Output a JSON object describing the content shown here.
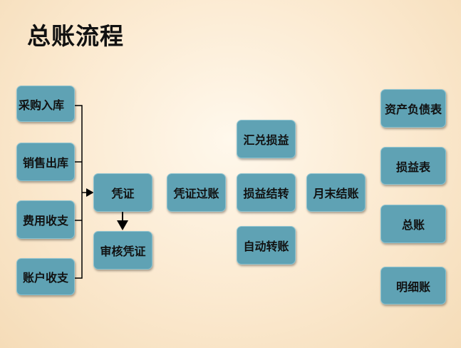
{
  "title": "总账流程",
  "nodes": {
    "purchase_in": "采购入库",
    "sales_out": "销售出库",
    "expense_payment": "费用收支",
    "account_payment": "账户收支",
    "voucher": "凭证",
    "review_voucher": "审核凭证",
    "voucher_posting": "凭证过账",
    "exchange_gain_loss": "汇兑损益",
    "profit_loss_carry": "损益结转",
    "auto_transfer": "自动转账",
    "month_end_close": "月末结账",
    "balance_sheet": "资产负债表",
    "income_statement": "损益表",
    "general_ledger": "总账",
    "detail_ledger": "明细账"
  }
}
